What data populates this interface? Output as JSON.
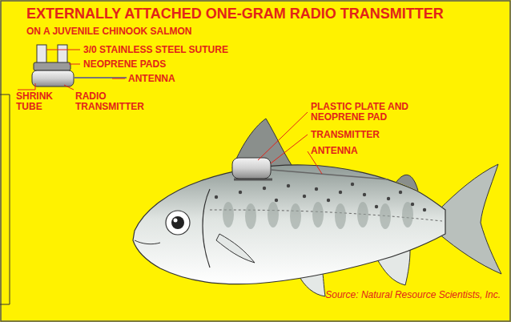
{
  "diagram": {
    "title": "EXTERNALLY ATTACHED ONE-GRAM RADIO TRANSMITTER",
    "caption": "Source: Natural Resource Scientists, Inc.",
    "labels": [
      "ON A JUVENILE CHINOOK SALMON",
      "3/0 STAINLESS STEEL SUTURE",
      "NEOPRENE PADS",
      "ANTENNA",
      "SHRINK TUBE",
      "RADIO TRANSMITTER",
      "PLASTIC PLATE AND NEOPRENE PAD",
      "TRANSMITTER",
      "ANTENNA"
    ]
  }
}
